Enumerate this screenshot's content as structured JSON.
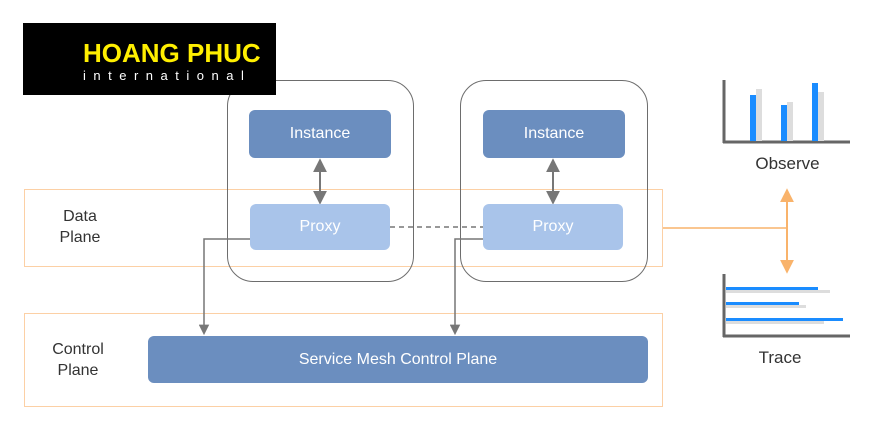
{
  "logo": {
    "name": "HOANG PHUC",
    "tagline": "international",
    "text_color": "#ffef00",
    "background": "#000000"
  },
  "planes": {
    "data_plane": {
      "label_line1": "Data",
      "label_line2": "Plane"
    },
    "control_plane": {
      "label_line1": "Control",
      "label_line2": "Plane"
    }
  },
  "pods": [
    {
      "instance_label": "Instance",
      "proxy_label": "Proxy"
    },
    {
      "instance_label": "Instance",
      "proxy_label": "Proxy"
    }
  ],
  "control_plane_box": {
    "label": "Service Mesh Control Plane"
  },
  "observe": {
    "label": "Observe",
    "icon": "bar-chart-icon"
  },
  "trace": {
    "label": "Trace",
    "icon": "horizontal-bar-chart-icon"
  },
  "colors": {
    "instance": "#6b8ebf",
    "proxy": "#a9c4ea",
    "plane_border": "#fcd0a5",
    "connector_orange": "#f9b36b",
    "connector_gray": "#777777",
    "chart_blue": "#1a8cff",
    "chart_gray": "#dddddd"
  }
}
